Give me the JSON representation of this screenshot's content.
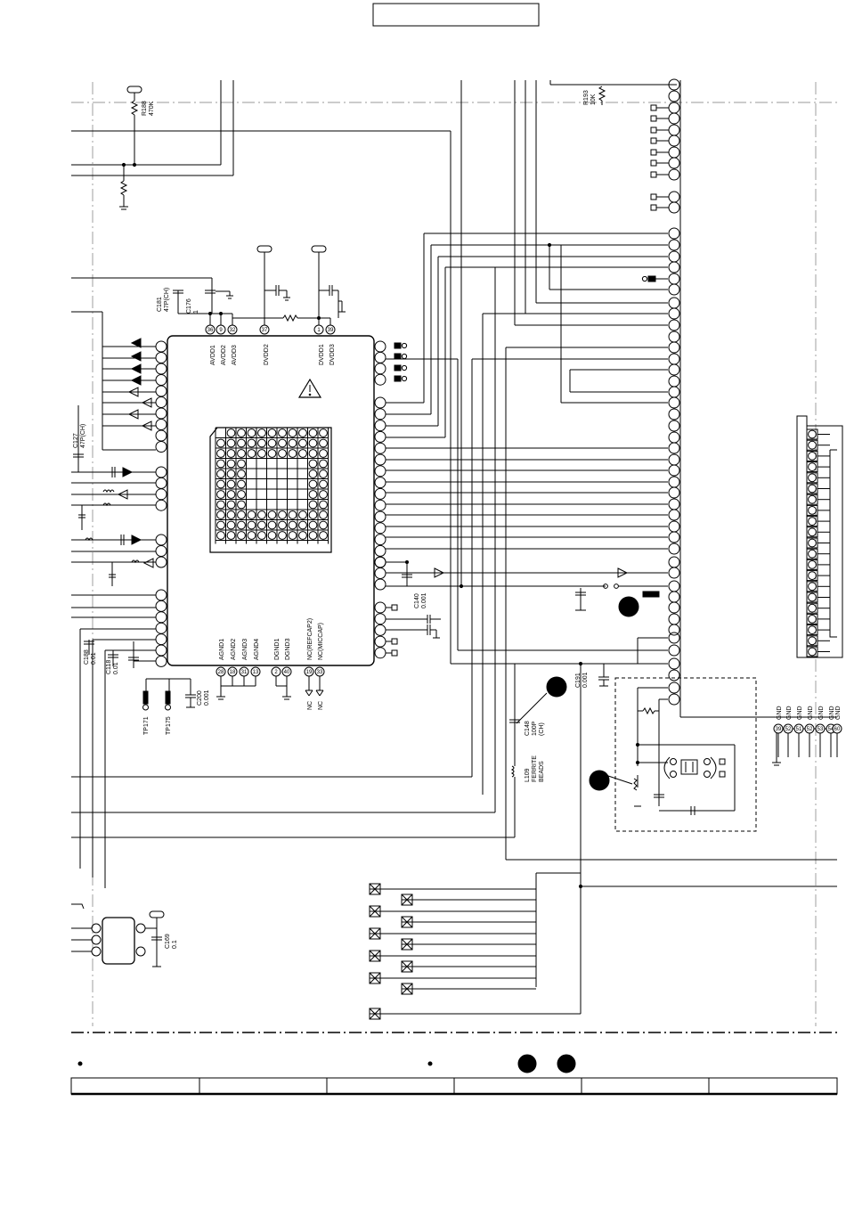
{
  "header_box": "",
  "resistors": {
    "r188": {
      "ref": "R188",
      "value": "470K"
    },
    "r193": {
      "ref": "R193",
      "value": "10K"
    }
  },
  "capacitors": {
    "c181": {
      "ref": "C181",
      "value": "47P(CH)"
    },
    "c176": {
      "ref": "C176",
      "value": "1"
    },
    "c127": {
      "ref": "C127",
      "value": "47P(CH)"
    },
    "c140": {
      "ref": "C140",
      "value": "0.001"
    },
    "c188": {
      "ref": "C188",
      "value": "0.01"
    },
    "c118": {
      "ref": "C118",
      "value": "0.01"
    },
    "c200": {
      "ref": "C200",
      "value": "0.001"
    },
    "c148": {
      "ref": "C148",
      "value": "100P",
      "extra": "(CH)"
    },
    "c191": {
      "ref": "C191",
      "value": "0.001"
    },
    "c169": {
      "ref": "C169",
      "value": "0.1"
    }
  },
  "inductor": {
    "ref": "L109",
    "line1": "FERRITE",
    "line2": "BEADS"
  },
  "test_points": {
    "tp171": "TP171",
    "tp175": "TP175"
  },
  "ic": {
    "top_pins": [
      {
        "num": "36",
        "name": "AVDD1"
      },
      {
        "num": "9",
        "name": "AVDD2"
      },
      {
        "num": "32",
        "name": "AVDD3"
      },
      {
        "num": "37",
        "name": "DVDD2"
      },
      {
        "num": "1",
        "name": "DVDD1"
      },
      {
        "num": "39",
        "name": "DVDD3"
      }
    ],
    "bottom_pins": [
      {
        "num": "28",
        "name": "AGND1"
      },
      {
        "num": "18",
        "name": "AGND2"
      },
      {
        "num": "31",
        "name": "AGND3"
      },
      {
        "num": "13",
        "name": "AGND4"
      },
      {
        "num": "2",
        "name": "DGND1"
      },
      {
        "num": "40",
        "name": "DGND3"
      },
      {
        "num": "19",
        "name": "NC(REFCAP2)"
      },
      {
        "num": "33",
        "name": "NC(MICCAP)"
      }
    ],
    "nc_labels": [
      "NC",
      "NC"
    ]
  },
  "connector_gnd": [
    {
      "num": "39",
      "name": "GND"
    },
    {
      "num": "52",
      "name": "GND"
    },
    {
      "num": "51",
      "name": "GND"
    },
    {
      "num": "52",
      "name": "GND"
    },
    {
      "num": "53",
      "name": "GND"
    },
    {
      "num": "54",
      "name": "GND"
    },
    {
      "num": "60",
      "name": "GND"
    }
  ],
  "footer_table": {
    "cells": [
      "",
      "",
      "",
      "",
      "",
      ""
    ]
  }
}
